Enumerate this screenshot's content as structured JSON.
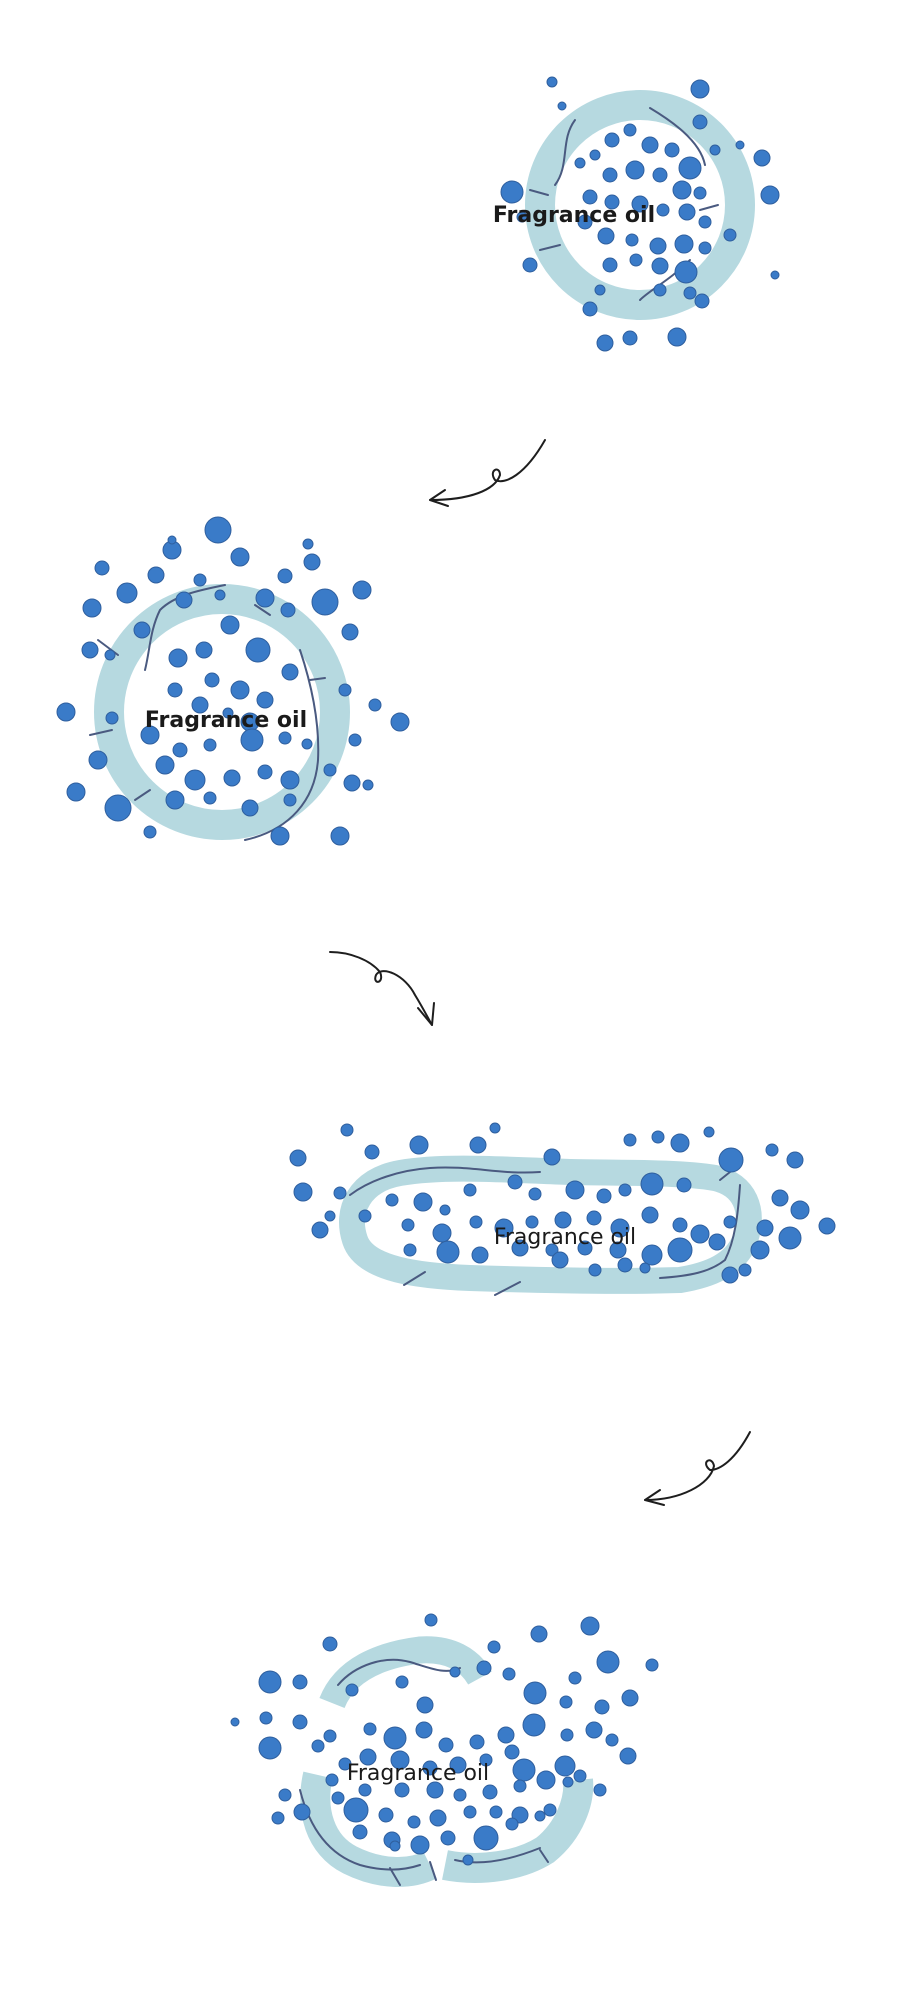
{
  "diagram": {
    "colors": {
      "shell": "#b6d9e0",
      "droplet": "#3a7bc8",
      "droplet_outline": "#2f5f9e",
      "fiber": "#4a5a80",
      "arrow": "#1e1e1e",
      "label": "#1a1a1a"
    },
    "stages": [
      {
        "label": "Fragrance oil",
        "state": "intact capsule"
      },
      {
        "label": "Fragrance oil",
        "state": "droplets diffusing"
      },
      {
        "label": "Fragrance oil",
        "state": "capsule compressed"
      },
      {
        "label": "Fragrance oil",
        "state": "capsule ruptured"
      }
    ],
    "arrows": [
      {
        "from": 1,
        "to": 2
      },
      {
        "from": 2,
        "to": 3
      },
      {
        "from": 3,
        "to": 4
      }
    ]
  }
}
